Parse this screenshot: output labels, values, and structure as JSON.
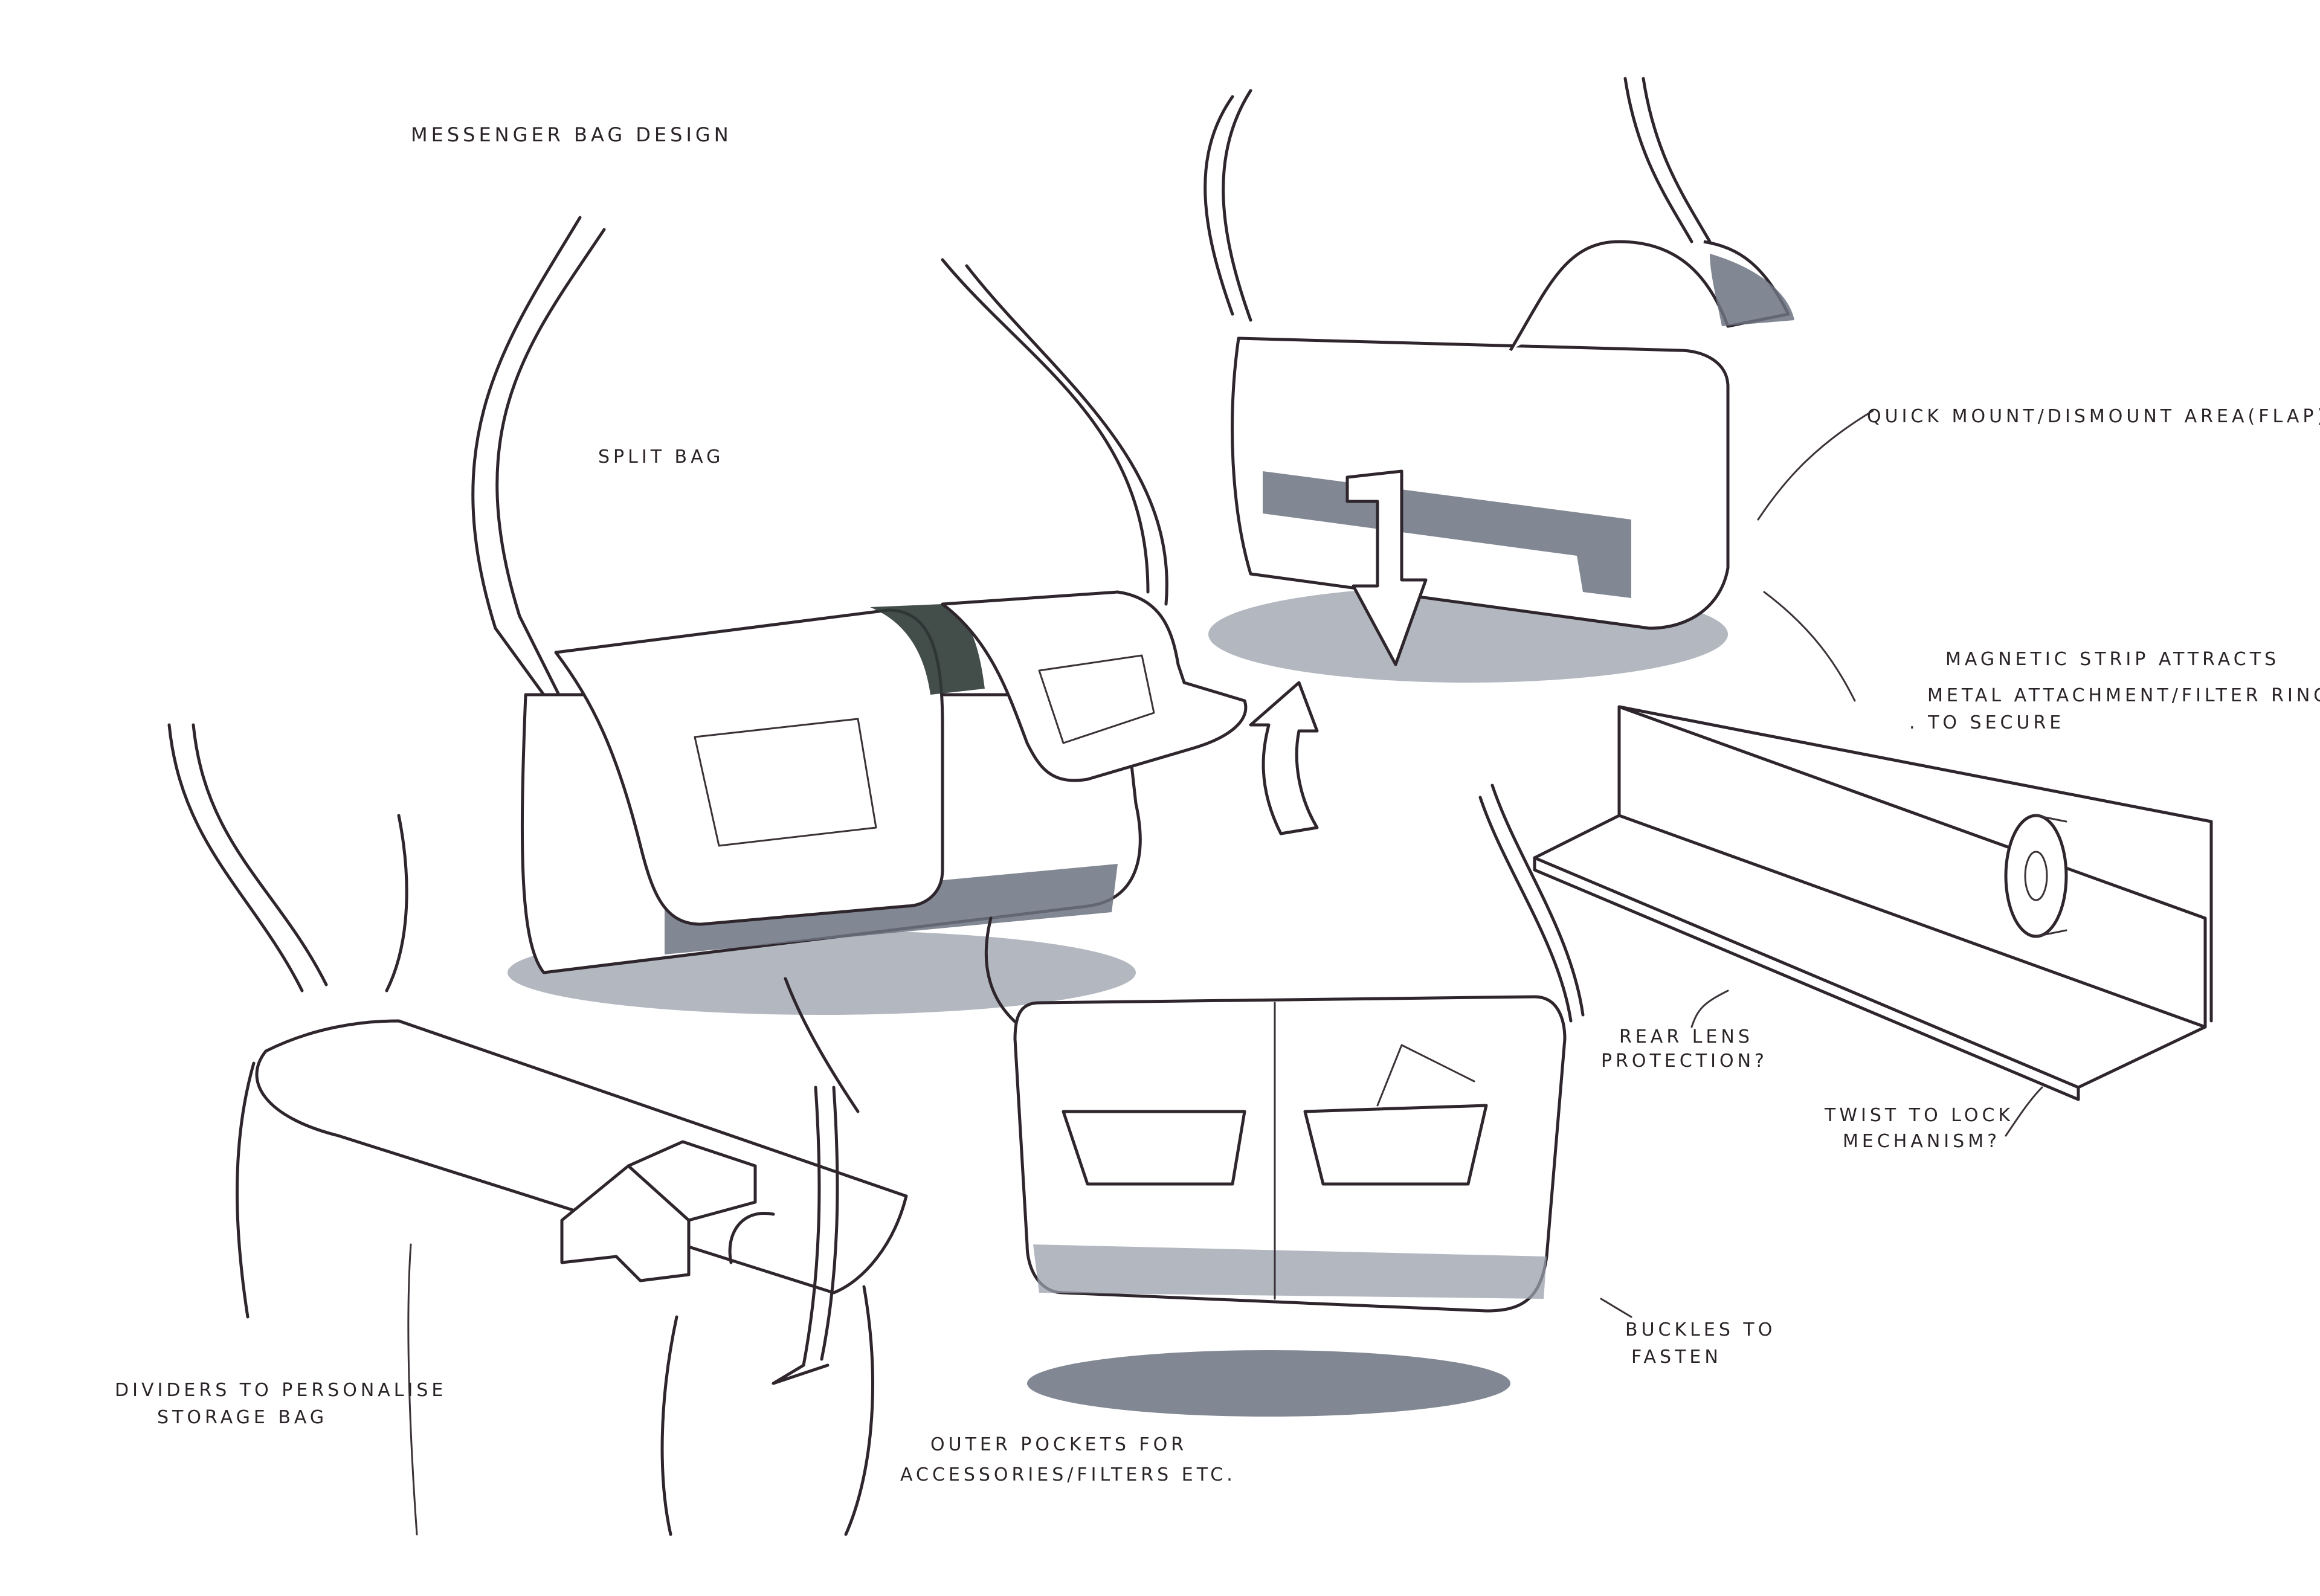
{
  "annotations": {
    "title": "Messenger Bag Design",
    "split_bag": "Split Bag",
    "quick_mount": "Quick Mount/Dismount Area(Flap)",
    "magnetic_strip_1": "Magnetic Strip Attracts",
    "magnetic_strip_2": "Metal Attachment/Filter Ring",
    "magnetic_strip_3": ". To Secure",
    "rear_lens_1": "Rear Lens",
    "rear_lens_2": "Protection?",
    "twist_lock_1": "Twist to Lock",
    "twist_lock_2": "Mechanism?",
    "buckles_1": "Buckles to",
    "buckles_2": "Fasten",
    "dividers_1": "Dividers to Personalise",
    "dividers_2": "Storage Bag",
    "outer_pockets_1": "Outer Pockets for",
    "outer_pockets_2": "Accessories/Filters etc."
  },
  "colors": {
    "ink": "#2e262c",
    "marker_grey": "#9aa0ab",
    "marker_dark": "#6c7380",
    "paper": "#ffffff"
  }
}
